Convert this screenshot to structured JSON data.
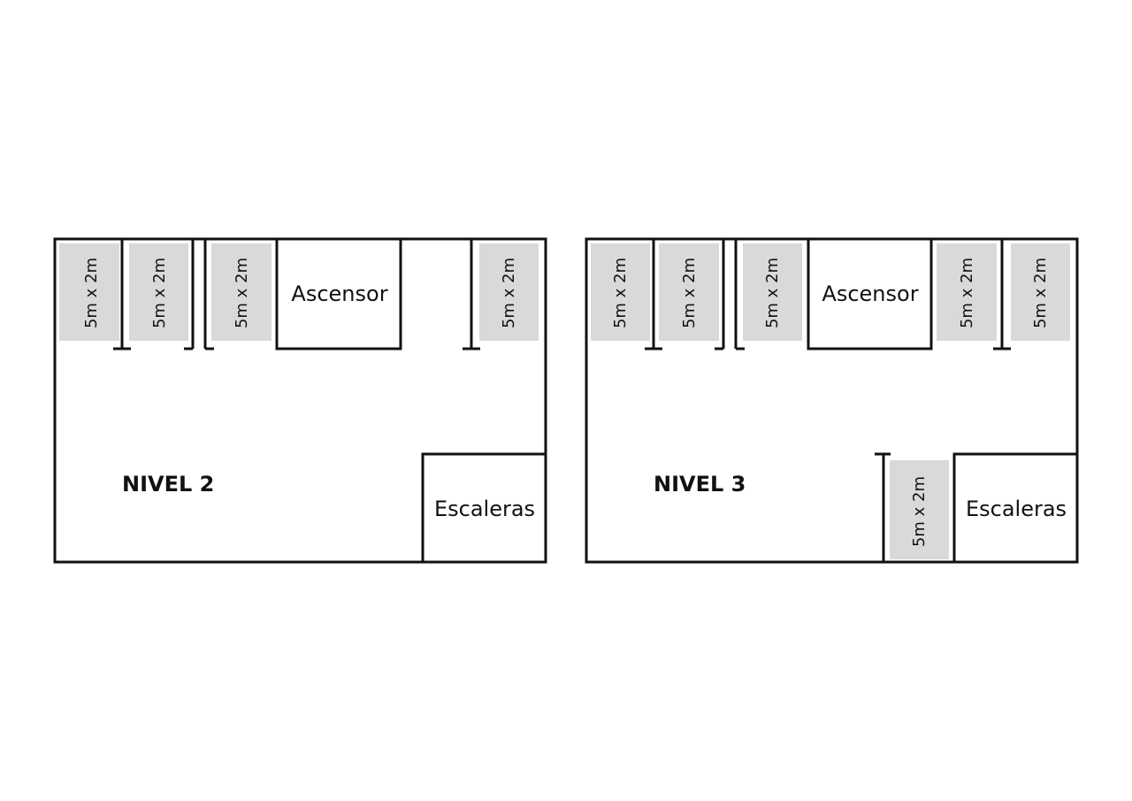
{
  "colors": {
    "line": "#111111",
    "spot_fill": "#d9d9d9",
    "background": "#ffffff"
  },
  "levels": [
    {
      "id": "nivel-2",
      "label": "NIVEL 2",
      "elevator_label": "Ascensor",
      "stairs_label": "Escaleras",
      "spots": [
        {
          "id": "n2-spot-1",
          "label": "5m x 2m"
        },
        {
          "id": "n2-spot-2",
          "label": "5m x 2m"
        },
        {
          "id": "n2-spot-3",
          "label": "5m x 2m"
        },
        {
          "id": "n2-spot-4",
          "label": "5m x 2m"
        }
      ]
    },
    {
      "id": "nivel-3",
      "label": "NIVEL 3",
      "elevator_label": "Ascensor",
      "stairs_label": "Escaleras",
      "spots": [
        {
          "id": "n3-spot-1",
          "label": "5m x 2m"
        },
        {
          "id": "n3-spot-2",
          "label": "5m x 2m"
        },
        {
          "id": "n3-spot-3",
          "label": "5m x 2m"
        },
        {
          "id": "n3-spot-4",
          "label": "5m x 2m"
        },
        {
          "id": "n3-spot-5",
          "label": "5m x 2m"
        },
        {
          "id": "n3-spot-6",
          "label": "5m x 2m"
        }
      ]
    }
  ]
}
